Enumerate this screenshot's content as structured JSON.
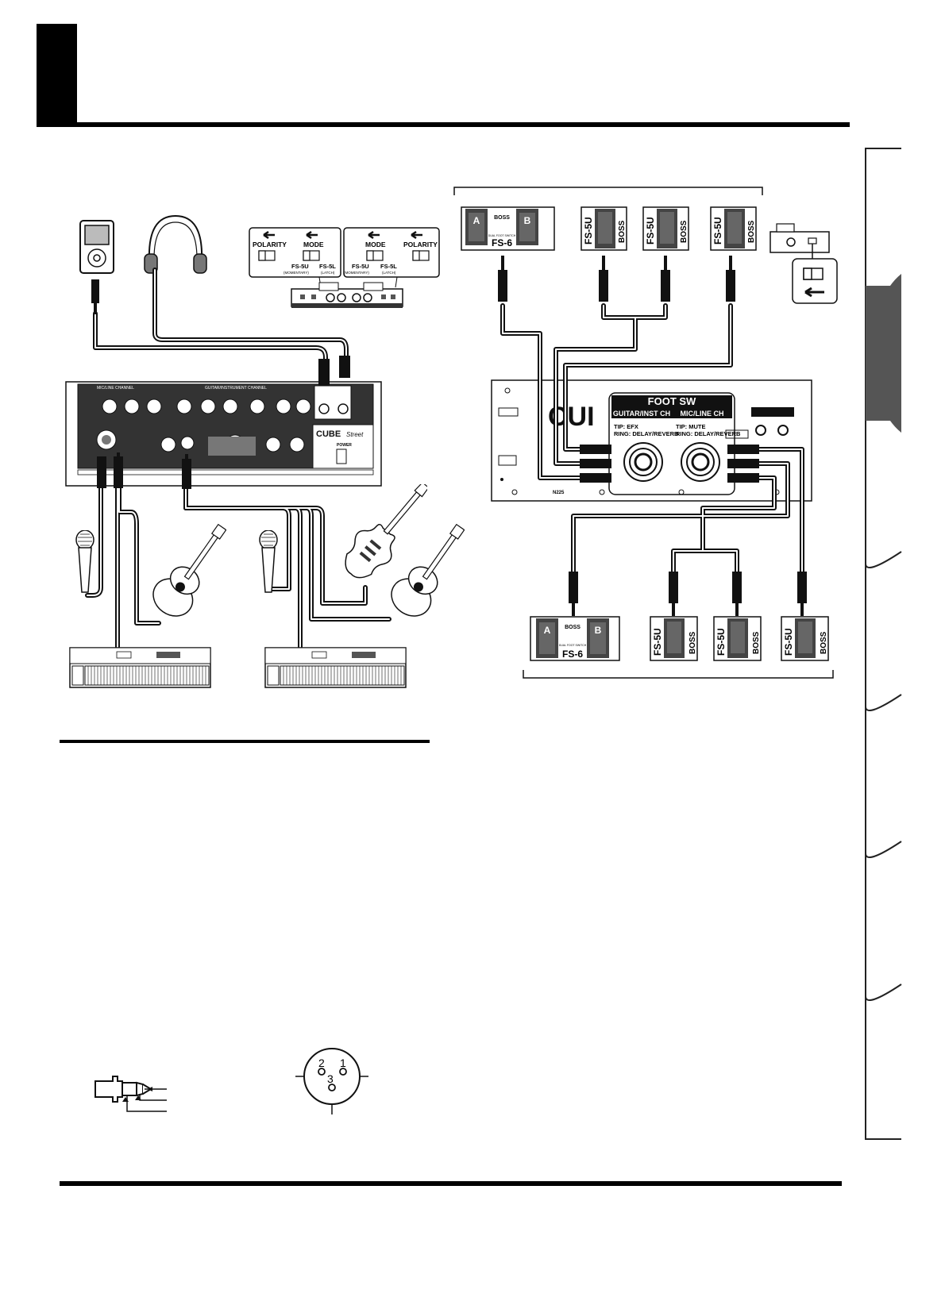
{
  "fs_adapter": {
    "left_polarity": "POLARITY",
    "left_mode": "MODE",
    "right_mode": "MODE",
    "right_polarity": "POLARITY",
    "left_fs5u": "FS-5U",
    "left_fs5u_sub": "(MOMENTARY)",
    "left_fs5l": "FS-5L",
    "left_fs5l_sub": "(LATCH)",
    "right_fs5u": "FS-5U",
    "right_fs5u_sub": "(MOMENTARY)",
    "right_fs5l": "FS-5L",
    "right_fs5l_sub": "(LATCH)"
  },
  "fs6": {
    "brand": "BOSS",
    "model": "FS-6",
    "switch_a": "A",
    "switch_b": "B",
    "subtitle": "DUAL FOOT SWITCH"
  },
  "fs5u": {
    "model": "FS-5U",
    "brand": "BOSS"
  },
  "amp_front": {
    "mic_line_channel": "MIC/LINE CHANNEL",
    "guitar_channel": "GUITAR/INSTRUMENT CHANNEL",
    "cube_logo": "CUBE",
    "cube_sub": "Street",
    "power": "POWER"
  },
  "amp_rear": {
    "foot_sw": "FOOT SW",
    "guitar_inst_ch": "GUITAR/INST CH",
    "mic_line_ch": "MIC/LINE CH",
    "tip_left": "TIP: EFX",
    "ring_left": "RING: DELAY/REVERB",
    "tip_right": "TIP: MUTE",
    "ring_right": "RING: DELAY/REVERB",
    "cube_logo_partial": "CUI",
    "model_code": "N225"
  },
  "xlr": {
    "pin1": "1",
    "pin2": "2",
    "pin3": "3"
  }
}
